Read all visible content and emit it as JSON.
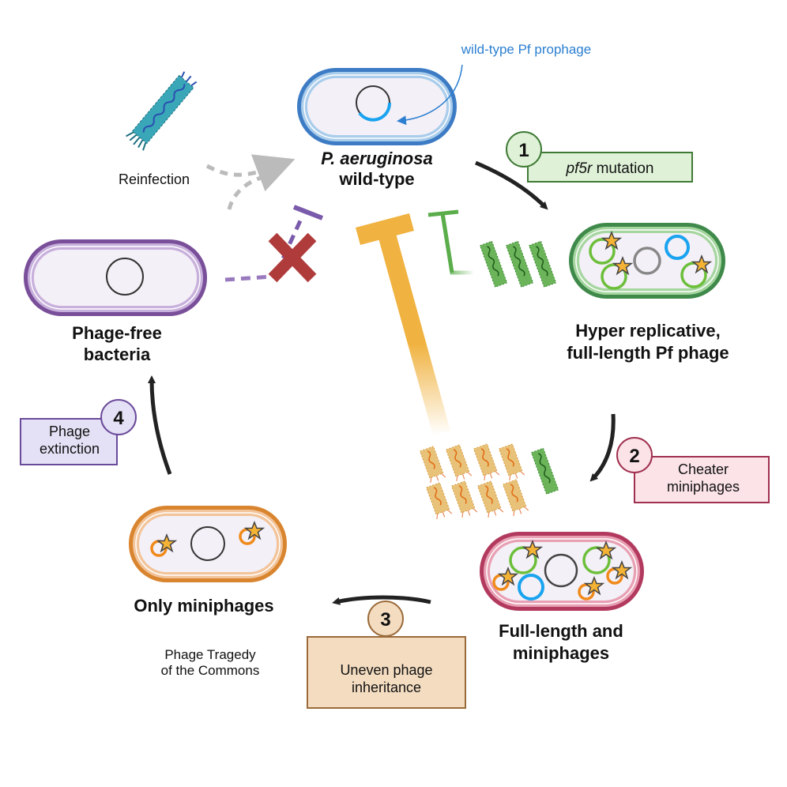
{
  "annotation": "wild-type Pf prophage",
  "cells": {
    "wildtype": {
      "line1": "P. aeruginosa",
      "line2": "wild-type",
      "color": "#3d7cc4"
    },
    "hyper": {
      "line1": "Hyper replicative,",
      "line2": "full-length Pf phage",
      "color": "#3f8a4a"
    },
    "mixed": {
      "line1": "Full-length and",
      "line2": "miniphages",
      "color": "#b23a5e"
    },
    "mini": {
      "line1": "Only miniphages",
      "color": "#d9852f"
    },
    "free": {
      "line1": "Phage-free",
      "line2": "bacteria",
      "color": "#7a4f9a"
    }
  },
  "steps": [
    {
      "number": "1",
      "text_italic": "pf5r",
      "text": " mutation",
      "fill": "#dff2d8",
      "stroke": "#3f7a35"
    },
    {
      "number": "2",
      "line1": "Cheater",
      "line2": "miniphages",
      "fill": "#fbe3e8",
      "stroke": "#a0304f"
    },
    {
      "number": "3",
      "line1": "Uneven phage",
      "line2": "inheritance",
      "fill": "#f3dcc0",
      "stroke": "#9a6a3a"
    },
    {
      "number": "4",
      "line1": "Phage",
      "line2": "extinction",
      "fill": "#e4e0f5",
      "stroke": "#6a4a9a"
    }
  ],
  "reinfection": "Reinfection",
  "tragedy": {
    "line1": "Phage Tragedy",
    "line2": "of the Commons"
  },
  "icons": [
    "phage-rod-icon",
    "inhibit-x-icon",
    "plasmid-icon",
    "star-icon"
  ]
}
